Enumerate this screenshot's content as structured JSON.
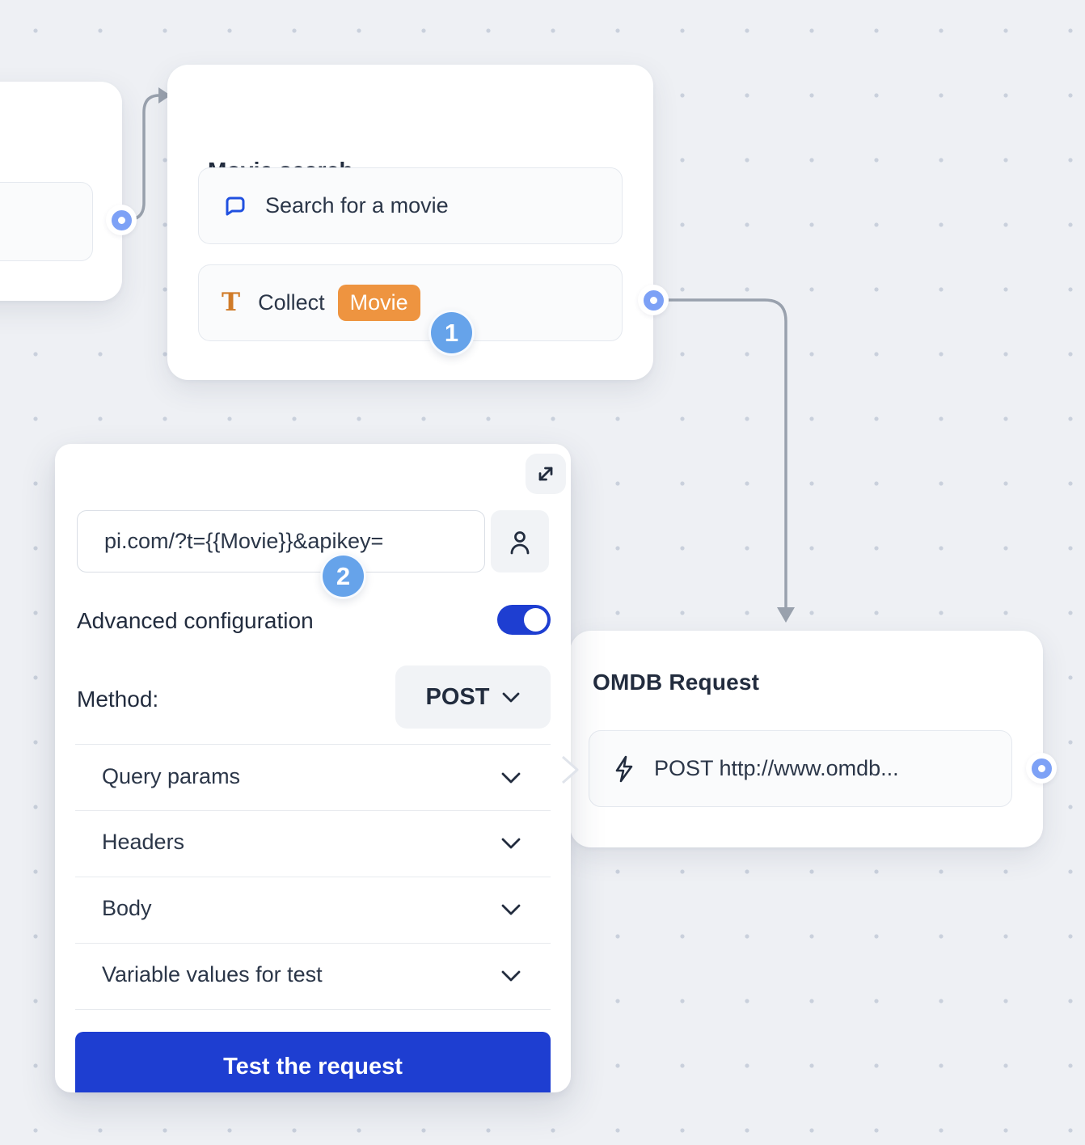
{
  "canvas": {
    "background": "#eef0f4",
    "dot_color": "#c9d0dc"
  },
  "nodes": {
    "movie_search": {
      "title": "Movie search",
      "items": [
        {
          "icon": "chat-bubble-icon",
          "label": "Search for a movie"
        },
        {
          "icon": "text-input-icon",
          "label": "Collect",
          "chip": "Movie"
        }
      ]
    },
    "omdb_request": {
      "title": "OMDB Request",
      "items": [
        {
          "icon": "lightning-icon",
          "label": "POST http://www.omdb..."
        }
      ]
    }
  },
  "panel": {
    "url_value": "pi.com/?t={{Movie}}&apikey=",
    "advanced_label": "Advanced configuration",
    "advanced_on": true,
    "method_label": "Method:",
    "method_value": "POST",
    "sections": [
      "Query params",
      "Headers",
      "Body",
      "Variable values for test"
    ],
    "test_button": "Test the request"
  },
  "badges": {
    "step1": "1",
    "step2": "2"
  },
  "icons": {
    "expand": "diagonal-expand-arrows",
    "url_auth": "person-outline",
    "message": "chat-bubble",
    "collect": "serif-T",
    "webhook": "lightning-bolt",
    "section_toggle": "chevron-down"
  },
  "colors": {
    "accent_blue": "#1e3ed1",
    "chip_orange": "#ee9440",
    "badge_blue": "#66a3ea",
    "port_ring_blue": "#7da1f6",
    "connector_gray": "#99a1ad"
  }
}
